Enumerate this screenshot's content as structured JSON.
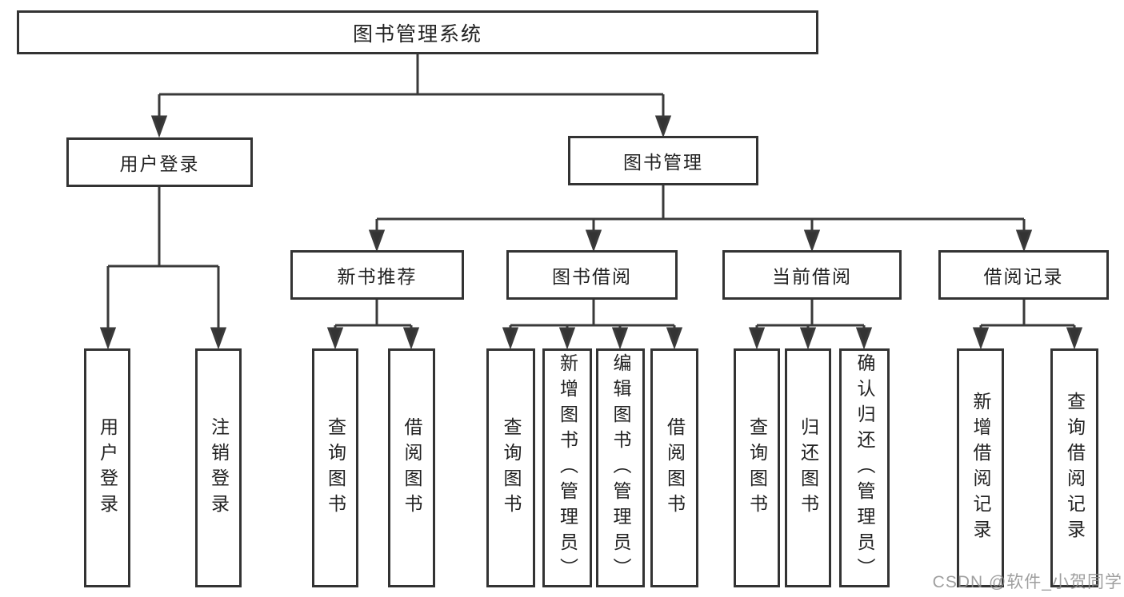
{
  "tree": {
    "root": {
      "label": "图书管理系统",
      "children": [
        {
          "label": "用户登录",
          "children": [
            {
              "label": "用户登录"
            },
            {
              "label": "注销登录"
            }
          ]
        },
        {
          "label": "图书管理",
          "children": [
            {
              "label": "新书推荐",
              "children": [
                {
                  "label": "查询图书"
                },
                {
                  "label": "借阅图书"
                }
              ]
            },
            {
              "label": "图书借阅",
              "children": [
                {
                  "label": "查询图书"
                },
                {
                  "label": "新增图书（管理员）"
                },
                {
                  "label": "编辑图书（管理员）"
                },
                {
                  "label": "借阅图书"
                }
              ]
            },
            {
              "label": "当前借阅",
              "children": [
                {
                  "label": "查询图书"
                },
                {
                  "label": "归还图书"
                },
                {
                  "label": "确认归还（管理员）"
                }
              ]
            },
            {
              "label": "借阅记录",
              "children": [
                {
                  "label": "新增借阅记录"
                },
                {
                  "label": "查询借阅记录"
                }
              ]
            }
          ]
        }
      ]
    }
  },
  "watermark": {
    "text": "CSDN @软件_小贺同学"
  },
  "colors": {
    "line": "#3a3a3a",
    "box_border": "#333333",
    "text": "#222222",
    "watermark": "#8f8f8f",
    "background": "#ffffff"
  }
}
